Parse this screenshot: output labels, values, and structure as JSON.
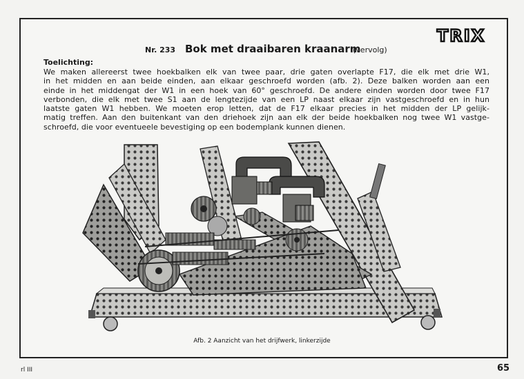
{
  "header": {
    "brand": "TRIX",
    "nr": "Nr. 233",
    "title": "Bok met draaibaren kraanarm",
    "subtitle": "(vervolg)"
  },
  "section": {
    "heading": "Toelichting:",
    "lines": [
      "We maken allereerst twee hoekbalken elk van twee paar, drie gaten overlapte F17, die elk met drie W1,",
      "in het midden en aan beide einden, aan elkaar geschroefd worden (afb. 2). Deze balken worden aan een",
      "einde in het middengat der W1 in een hoek van 60° geschroefd. De andere einden worden door twee F17",
      "verbonden, die elk met twee S1 aan de lengtezijde van een LP naast elkaar zijn vastgeschroefd en in hun",
      "laatste gaten W1 hebben. We moeten erop letten, dat de F17 elkaar precies in het midden der LP gelijk-",
      "matig treffen. Aan den buitenkant van den driehoek zijn aan elk der beide hoekbalken nog twee W1 vastge-",
      "schroefd, die voor eventueele bevestiging op een bodemplank kunnen dienen."
    ]
  },
  "figure": {
    "caption": "Afb. 2   Aanzicht van het drijfwerk, linkerzijde"
  },
  "footer": {
    "left": "rl III",
    "page_number": "65"
  }
}
